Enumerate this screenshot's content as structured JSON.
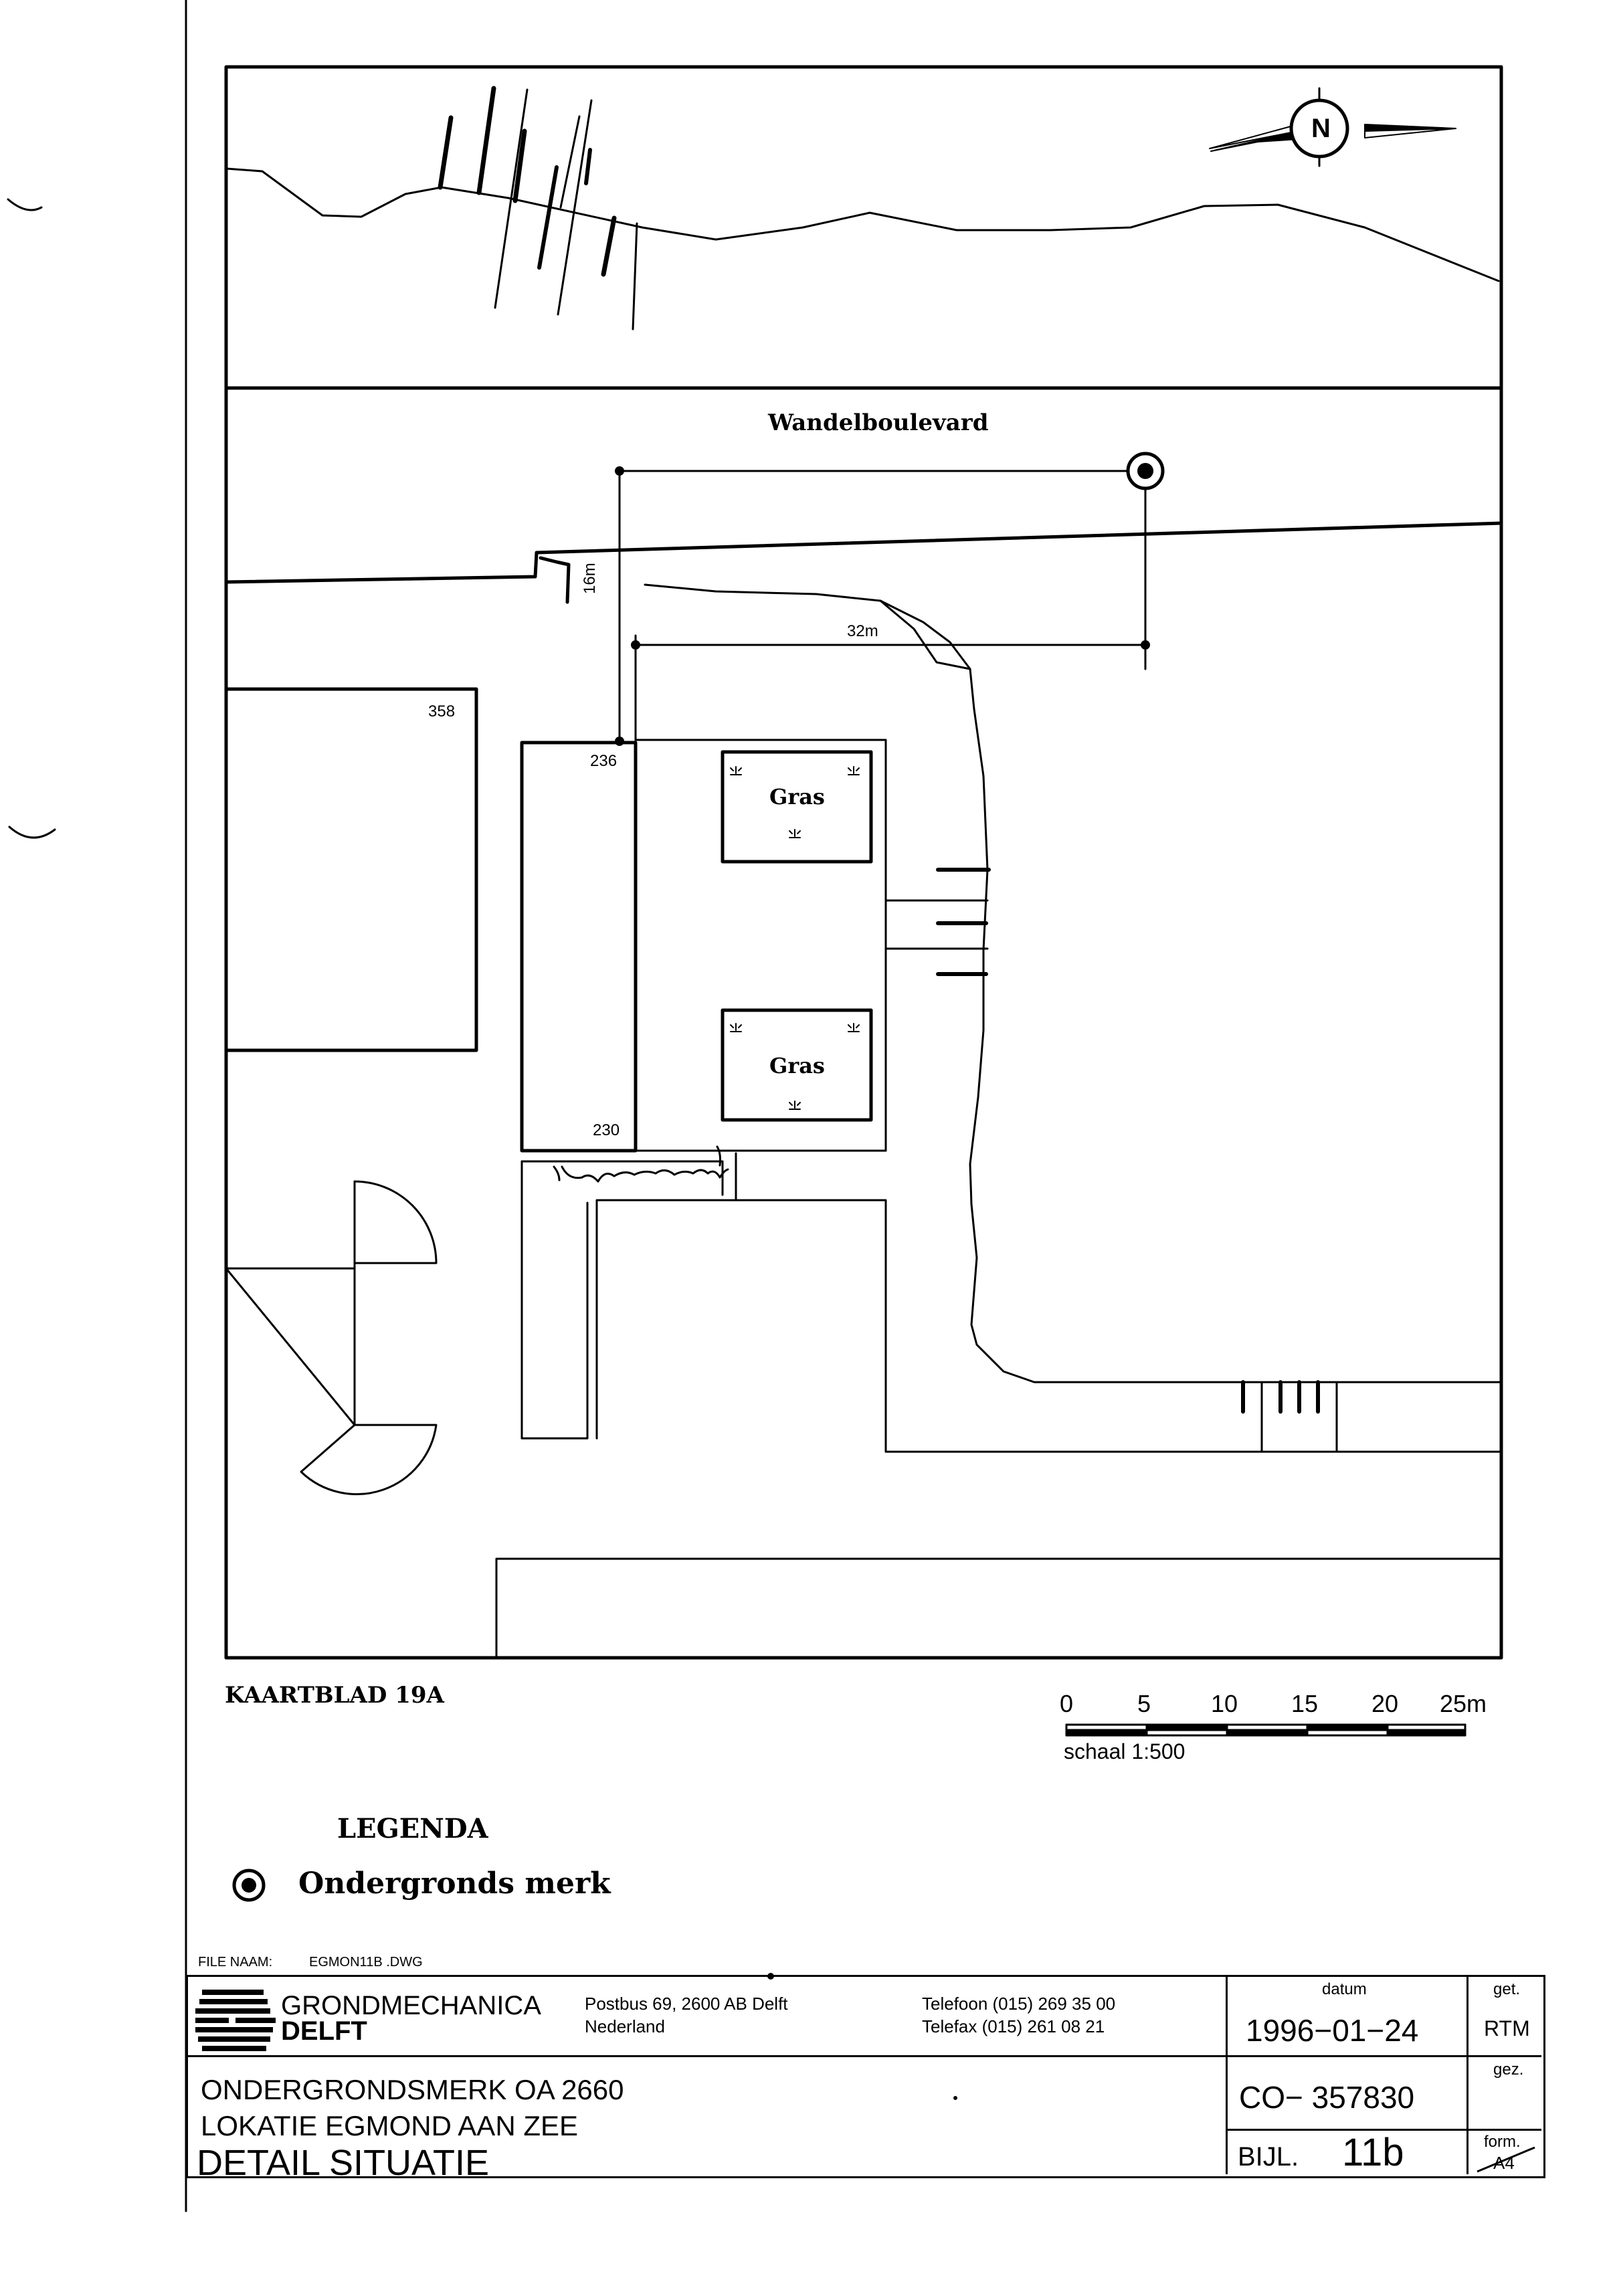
{
  "map": {
    "street": "Wandelboulevard",
    "north_symbol": "N",
    "dim_vertical": "16m",
    "dim_horizontal": "32m",
    "points": {
      "p358": "358",
      "p236": "236",
      "p230": "230"
    },
    "grass_top": "Gras",
    "grass_bottom": "Gras"
  },
  "sheet_label": "KAARTBLAD  19A",
  "scalebar": {
    "ticks": [
      "0",
      "5",
      "10",
      "15",
      "20",
      "25m"
    ],
    "label": "schaal  1:500"
  },
  "legend": {
    "title": "LEGENDA",
    "items": [
      {
        "symbol": "bullseye-icon",
        "label": "Ondergronds  merk"
      }
    ]
  },
  "file": {
    "label": "FILE NAAM:",
    "value": "EGMON11B .DWG"
  },
  "company": {
    "name_line1": "GRONDMECHANICA",
    "name_line2": "DELFT",
    "address_line1": "Postbus 69,  2600 AB Delft",
    "address_line2": "Nederland",
    "phone": "Telefoon  (015)  269 35 00",
    "fax": "Telefax  (015)  261 08 21"
  },
  "title": {
    "line1": "ONDERGRONDSMERK  OA  2660",
    "line2": "LOKATIE  EGMOND  AAN  ZEE",
    "line3": "DETAIL  SITUATIE"
  },
  "meta": {
    "datum_label": "datum",
    "datum_value": "1996−01−24",
    "get_label": "get.",
    "get_value": "RTM",
    "gez_label": "gez.",
    "code": "CO−  357830",
    "bijl_label": "BIJL.",
    "bijl_value": "11b",
    "form_label": "form.",
    "form_value": "A4"
  }
}
